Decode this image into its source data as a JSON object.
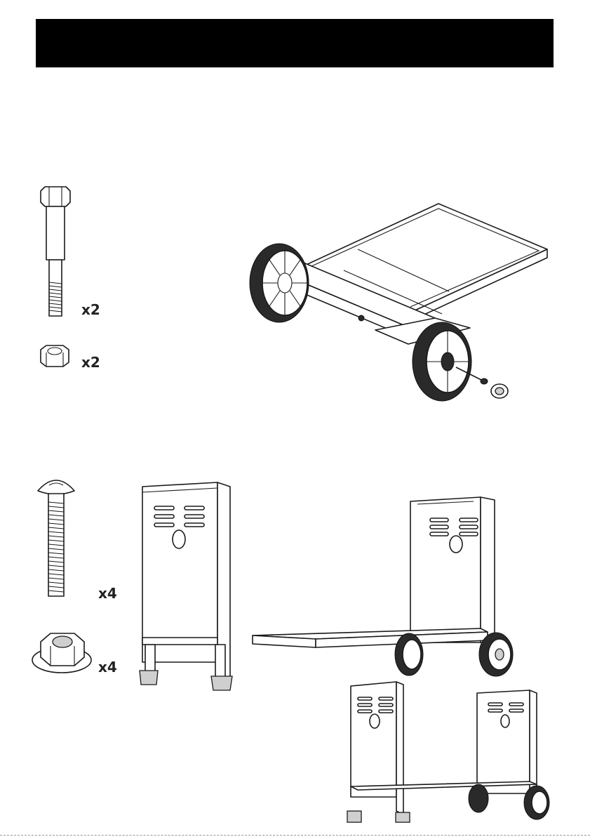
{
  "header": {
    "title": ""
  },
  "step1": {
    "bolt_qty": "x2",
    "nut_qty": "x2"
  },
  "step2": {
    "carriage_bolt_qty": "x4",
    "flange_nut_qty": "x4"
  }
}
